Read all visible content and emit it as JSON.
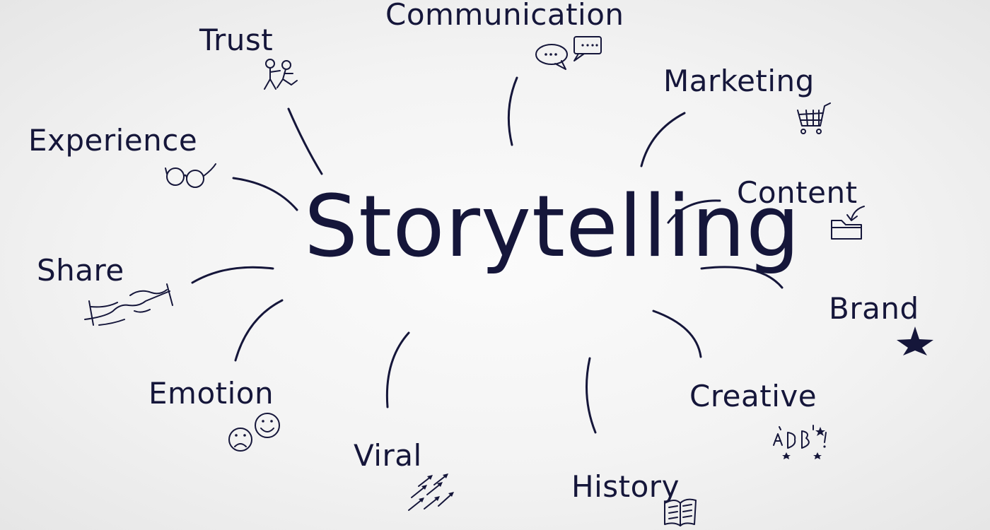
{
  "diagram": {
    "center": "Storytelling",
    "nodes": {
      "communication": "Communication",
      "trust": "Trust",
      "marketing": "Marketing",
      "experience": "Experience",
      "content": "Content",
      "share": "Share",
      "brand": "Brand",
      "emotion": "Emotion",
      "creative": "Creative",
      "viral": "Viral",
      "history": "History"
    }
  },
  "colors": {
    "ink": "#15163a",
    "background": "#f3f3f3"
  },
  "icons": {
    "communication": "speech-bubbles-icon",
    "trust": "stick-figures-icon",
    "marketing": "shopping-cart-icon",
    "experience": "glasses-icon",
    "content": "folder-download-icon",
    "share": "handshake-icon",
    "brand": "star-icon",
    "emotion": "faces-icon",
    "creative": "doodle-icon",
    "viral": "arrows-icon",
    "history": "book-icon"
  }
}
